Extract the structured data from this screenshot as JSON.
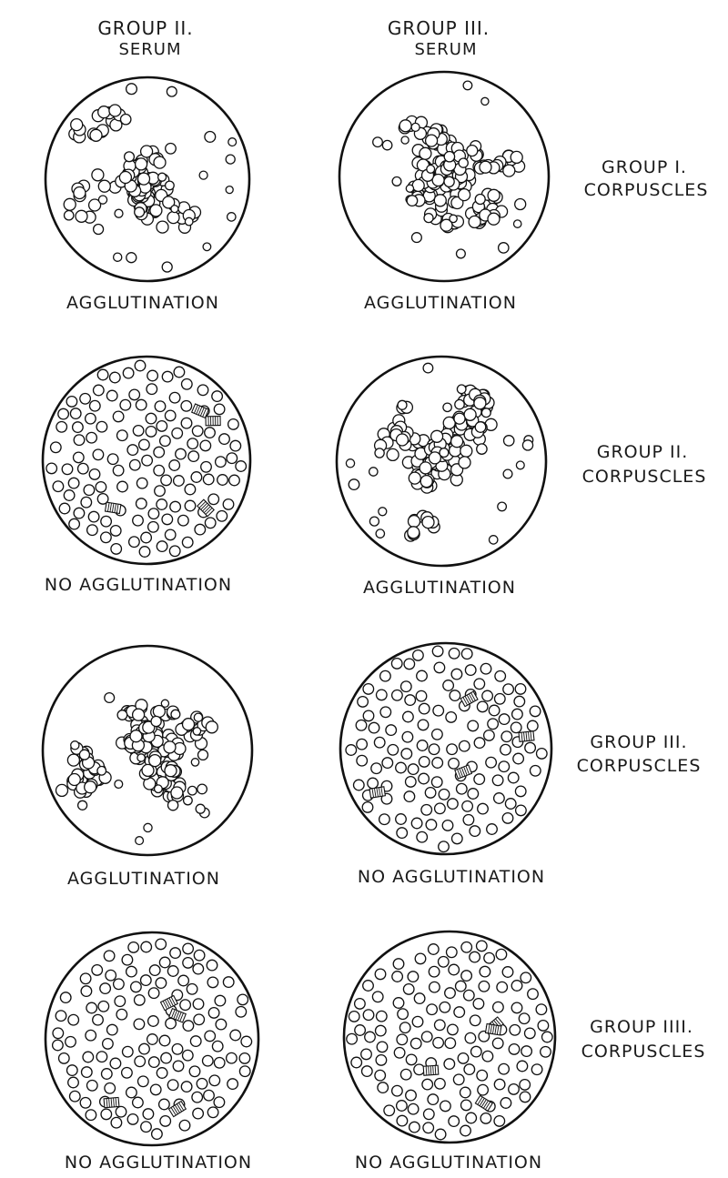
{
  "column_headers": [
    {
      "group": "GROUP II.",
      "sub": "SERUM"
    },
    {
      "group": "GROUP III.",
      "sub": "SERUM"
    }
  ],
  "row_labels": [
    {
      "group": "GROUP I.",
      "sub": "CORPUSCLES"
    },
    {
      "group": "GROUP II.",
      "sub": "CORPUSCLES"
    },
    {
      "group": "GROUP III.",
      "sub": "CORPUSCLES"
    },
    {
      "group": "GROUP IIII.",
      "sub": "CORPUSCLES"
    }
  ],
  "panels": [
    {
      "row": 0,
      "col": 0,
      "result": "AGGLUTINATION",
      "agglutinated": true
    },
    {
      "row": 0,
      "col": 1,
      "result": "AGGLUTINATION",
      "agglutinated": true
    },
    {
      "row": 1,
      "col": 0,
      "result": "NO AGGLUTINATION",
      "agglutinated": false
    },
    {
      "row": 1,
      "col": 1,
      "result": "AGGLUTINATION",
      "agglutinated": true
    },
    {
      "row": 2,
      "col": 0,
      "result": "AGGLUTINATION",
      "agglutinated": true
    },
    {
      "row": 2,
      "col": 1,
      "result": "NO AGGLUTINATION",
      "agglutinated": false
    },
    {
      "row": 3,
      "col": 0,
      "result": "NO AGGLUTINATION",
      "agglutinated": false
    },
    {
      "row": 3,
      "col": 1,
      "result": "NO AGGLUTINATION",
      "agglutinated": false
    }
  ]
}
